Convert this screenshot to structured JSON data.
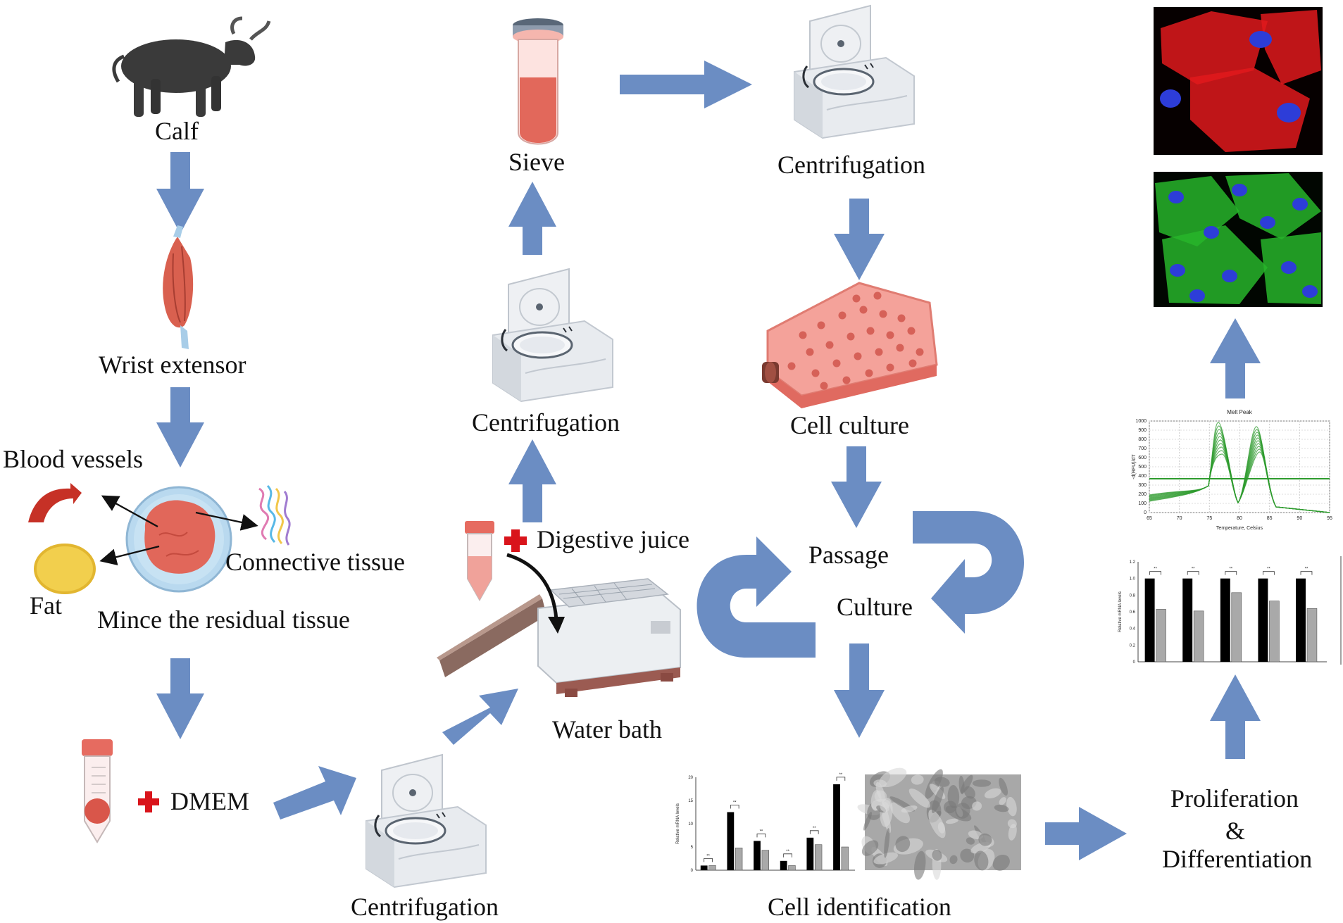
{
  "colors": {
    "arrow": "#6b8dc3",
    "tissue": "#e1675a",
    "tissue_dark": "#c44a3e",
    "fat": "#f2cf4d",
    "machine_light": "#eef0f3",
    "machine_dark": "#c9ced6",
    "flask": "#f08a82",
    "red_stain": "#e0191c",
    "green_stain": "#27b52a",
    "nucleus": "#2d3dd8",
    "melt_curve": "#2e9b2e"
  },
  "labels": {
    "calf": "Calf",
    "wrist_extensor": "Wrist extensor",
    "blood_vessels": "Blood vessels",
    "connective_tissue": "Connective tissue",
    "fat": "Fat",
    "mince": "Mince the residual tissue",
    "dmem": "DMEM",
    "centrifugation_1": "Centrifugation",
    "water_bath": "Water bath",
    "digestive_juice": "Digestive juice",
    "centrifugation_2": "Centrifugation",
    "sieve": "Sieve",
    "centrifugation_3": "Centrifugation",
    "cell_culture": "Cell culture",
    "passage": "Passage",
    "culture": "Culture",
    "cell_identification": "Cell identification",
    "proliferation": "Proliferation",
    "ampersand": "&",
    "differentiation": "Differentiation"
  },
  "melt_chart": {
    "title": "Melt Peak",
    "xlabel": "Temperature, Celsius",
    "ylabel": "-d(RFU)/dT",
    "x_ticks": [
      "65",
      "70",
      "75",
      "80",
      "85",
      "90",
      "95"
    ],
    "y_ticks": [
      "0",
      "100",
      "200",
      "300",
      "400",
      "500",
      "600",
      "700",
      "800",
      "900",
      "1000"
    ]
  },
  "expr_chart": {
    "ylabel": "Relative mRNA levels",
    "y_ticks": [
      "0",
      "0.2",
      "0.4",
      "0.6",
      "0.8",
      "1.0",
      "1.2"
    ],
    "significance": "**",
    "black_values": [
      1.0,
      1.0,
      1.0,
      1.0,
      1.0
    ],
    "gray_values": [
      0.63,
      0.61,
      0.83,
      0.73,
      0.64
    ]
  },
  "ident_chart": {
    "ylabel": "Relative mRNA levels",
    "y_ticks": [
      "0",
      "5",
      "10",
      "15",
      "20"
    ],
    "significance": "**",
    "black_values": [
      1,
      12.5,
      6.3,
      2.0,
      7.0,
      18.5
    ],
    "gray_values": [
      1,
      4.8,
      4.3,
      1.0,
      5.5,
      5.0
    ]
  }
}
